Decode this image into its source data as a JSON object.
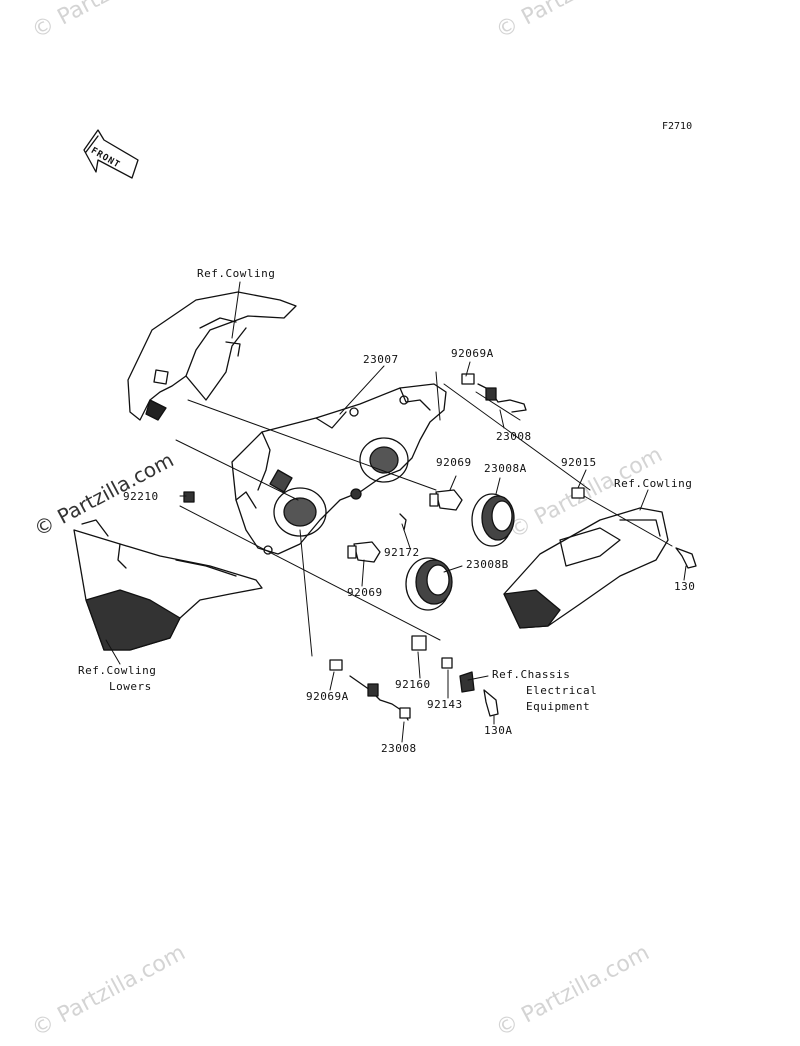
{
  "figure_id": "F2710",
  "front_arrow_label": "FRONT",
  "watermark": "© Partzilla.com",
  "labels": {
    "ref_cowling_top": "Ref.Cowling",
    "p23007": "23007",
    "p92069A_top": "92069A",
    "p23008_top": "23008",
    "p92015": "92015",
    "ref_cowling_right": "Ref.Cowling",
    "p92069_upper": "92069",
    "p23008A": "23008A",
    "p92210": "92210",
    "p92172": "92172",
    "p23008B": "23008B",
    "p92069_lower": "92069",
    "p130": "130",
    "ref_cowling_lowers_1": "Ref.Cowling",
    "ref_cowling_lowers_2": "Lowers",
    "p92160": "92160",
    "p92143": "92143",
    "ref_chassis_1": "Ref.Chassis",
    "ref_chassis_2": "Electrical",
    "ref_chassis_3": "Equipment",
    "p92069A_bottom": "92069A",
    "p130A": "130A",
    "p23008_bottom": "23008"
  }
}
